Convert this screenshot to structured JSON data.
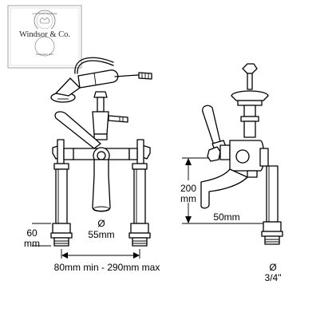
{
  "brand": {
    "name": "Windsor & Co.",
    "tagline_top": "Great British Bathrooms",
    "tagline_bottom": "Established 1923",
    "ring_color": "#6e6e6e"
  },
  "dimensions": {
    "left_height_value": "60",
    "left_height_unit": "mm",
    "diameter_symbol": "Ø",
    "spout_diameter": "55mm",
    "centres_range": "80mm min - 290mm max",
    "spout_height_value": "200",
    "spout_height_unit": "mm",
    "spout_reach": "50mm",
    "inlet_symbol": "Ø",
    "inlet_size": "3/4\""
  },
  "colors": {
    "line": "#000000",
    "background": "#ffffff"
  }
}
